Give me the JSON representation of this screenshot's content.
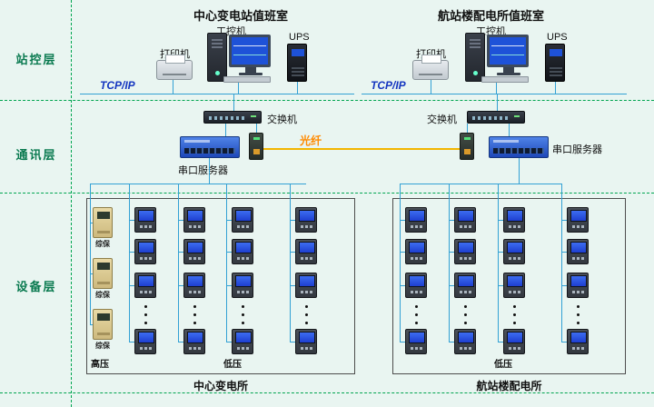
{
  "layers": [
    {
      "label": "站控层"
    },
    {
      "label": "通讯层"
    },
    {
      "label": "设备层"
    }
  ],
  "rooms": {
    "left": {
      "title": "中心变电站值班室",
      "ipc_label": "工控机",
      "printer_label": "打印机",
      "ups_label": "UPS",
      "tcpip_label": "TCP/IP",
      "switch_label": "交换机",
      "serial_server_label": "串口服务器",
      "hv_label": "高压",
      "lv_label": "低压",
      "station_label": "中心变电所"
    },
    "right": {
      "title": "航站楼配电所值班室",
      "ipc_label": "工控机",
      "printer_label": "打印机",
      "ups_label": "UPS",
      "tcpip_label": "TCP/IP",
      "switch_label": "交换机",
      "serial_server_label": "串口服务器",
      "lv_label": "低压",
      "station_label": "航站楼配电所"
    }
  },
  "fiber_label": "光纤",
  "device_layer": {
    "protection_label": "综保",
    "protection_count": 3,
    "left_meter_columns": 4,
    "right_meter_columns": 4,
    "visible_meter_rows": 4
  },
  "colors": {
    "background": "#e9f5f1",
    "layer_line_green": "#00a550",
    "layer_text": "#0a7a50",
    "wire_blue": "#33a1d4",
    "fiber_orange": "#f2b500",
    "fiber_text": "#ff8a00",
    "tcpip_blue": "#1536c0"
  }
}
